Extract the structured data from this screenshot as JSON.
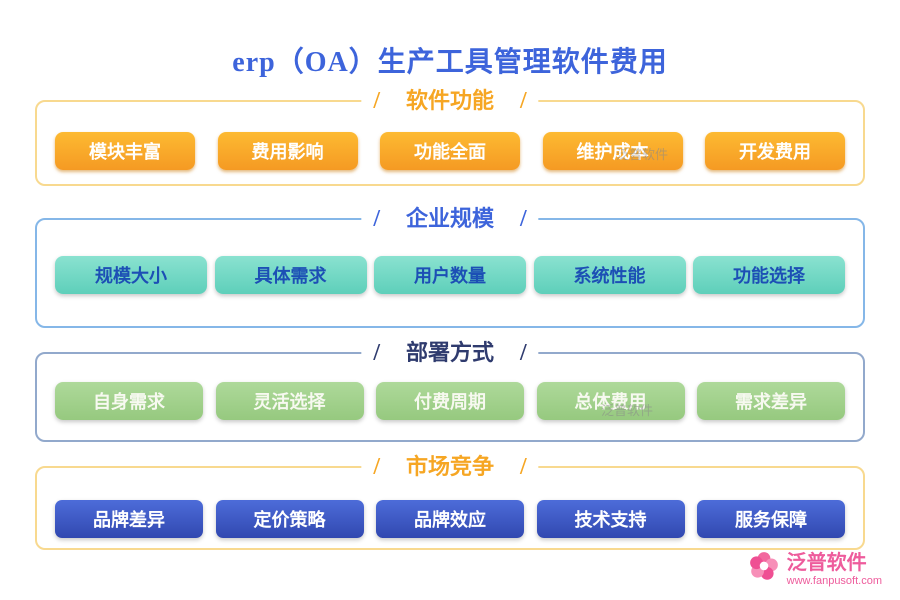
{
  "title": "erp（OA）生产工具管理软件费用",
  "decor_slash": "/",
  "sections": [
    {
      "heading": "软件功能",
      "items": [
        "模块丰富",
        "费用影响",
        "功能全面",
        "维护成本",
        "开发费用"
      ]
    },
    {
      "heading": "企业规模",
      "items": [
        "规模大小",
        "具体需求",
        "用户数量",
        "系统性能",
        "功能选择"
      ]
    },
    {
      "heading": "部署方式",
      "items": [
        "自身需求",
        "灵活选择",
        "付费周期",
        "总体费用",
        "需求差异"
      ]
    },
    {
      "heading": "市场竞争",
      "items": [
        "品牌差异",
        "定价策略",
        "品牌效应",
        "技术支持",
        "服务保障"
      ]
    }
  ],
  "watermark": "泛普软件",
  "footer": {
    "brand": "泛普软件",
    "url": "www.fanpusoft.com"
  },
  "colors": {
    "title_blue": "#3D64DB",
    "heading_orange": "#F6A623",
    "heading_blue": "#3D64DB",
    "heading_navy": "#2F3B6E",
    "button_orange": "#F59A23",
    "button_teal": "#5ECFBA",
    "button_green": "#96C97F",
    "button_blue": "#3148B0",
    "border_gold": "#F8D98F",
    "border_blue": "#85B7E8",
    "border_bluegray": "#92A9CC",
    "brand_pink": "#EE5C9C"
  }
}
